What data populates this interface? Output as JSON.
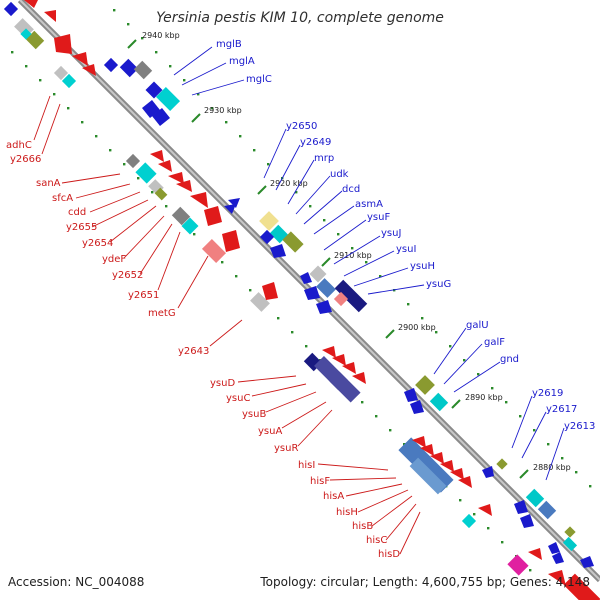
{
  "header": {
    "title": "Yersinia pestis KIM 10, complete genome"
  },
  "footer": {
    "accession": "Accession: NC_004088",
    "topology": "Topology: circular; Length: 4,600,755 bp; Genes: 4,148"
  },
  "colors": {
    "forward_label": "#1a1acc",
    "reverse_label": "#cc1a1a"
  },
  "ticks": [
    {
      "label": "2940 kbp"
    },
    {
      "label": "2930 kbp"
    },
    {
      "label": "2920 kbp"
    },
    {
      "label": "2910 kbp"
    },
    {
      "label": "2900 kbp"
    },
    {
      "label": "2890 kbp"
    },
    {
      "label": "2880 kbp"
    }
  ],
  "forward_genes": [
    {
      "label": "mglB"
    },
    {
      "label": "mglA"
    },
    {
      "label": "mglC"
    },
    {
      "label": "y2650"
    },
    {
      "label": "y2649"
    },
    {
      "label": "mrp"
    },
    {
      "label": "udk"
    },
    {
      "label": "dcd"
    },
    {
      "label": "asmA"
    },
    {
      "label": "ysuF"
    },
    {
      "label": "ysuJ"
    },
    {
      "label": "ysuI"
    },
    {
      "label": "ysuH"
    },
    {
      "label": "ysuG"
    },
    {
      "label": "galU"
    },
    {
      "label": "galF"
    },
    {
      "label": "gnd"
    },
    {
      "label": "y2619"
    },
    {
      "label": "y2617"
    },
    {
      "label": "y2613"
    }
  ],
  "reverse_genes": [
    {
      "label": "adhC"
    },
    {
      "label": "y2666"
    },
    {
      "label": "sanA"
    },
    {
      "label": "sfcA"
    },
    {
      "label": "cdd"
    },
    {
      "label": "y2655"
    },
    {
      "label": "y2654"
    },
    {
      "label": "ydeF"
    },
    {
      "label": "y2652"
    },
    {
      "label": "y2651"
    },
    {
      "label": "metG"
    },
    {
      "label": "y2643"
    },
    {
      "label": "ysuD"
    },
    {
      "label": "ysuC"
    },
    {
      "label": "ysuB"
    },
    {
      "label": "ysuA"
    },
    {
      "label": "ysuR"
    },
    {
      "label": "hisI"
    },
    {
      "label": "hisF"
    },
    {
      "label": "hisA"
    },
    {
      "label": "hisH"
    },
    {
      "label": "hisB"
    },
    {
      "label": "hisC"
    },
    {
      "label": "hisD"
    }
  ]
}
